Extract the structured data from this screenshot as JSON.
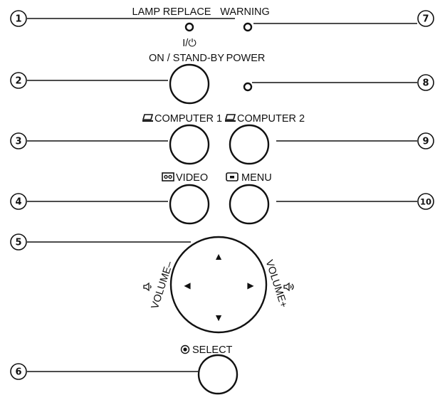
{
  "labels": {
    "lamp_replace": "LAMP REPLACE",
    "warning": "WARNING",
    "on_standby_symbol": "I/⏻",
    "on_standby": "ON / STAND-BY",
    "power": "POWER",
    "computer1": "COMPUTER 1",
    "computer2": "COMPUTER 2",
    "video": "VIDEO",
    "menu": "MENU",
    "volume_minus": "VOLUME–",
    "volume_plus": "VOLUME+",
    "select": "SELECT"
  },
  "callouts": [
    "1",
    "2",
    "3",
    "4",
    "5",
    "6",
    "7",
    "8",
    "9",
    "10"
  ],
  "arrows": {
    "up": "▲",
    "down": "▼",
    "left": "◀",
    "right": "▶"
  },
  "icons": {
    "computer": "computer-icon",
    "video": "video-cassette-icon",
    "menu": "menu-icon",
    "select": "select-dot-icon",
    "speaker_low": "speaker-low-icon",
    "speaker_high": "speaker-high-icon"
  }
}
